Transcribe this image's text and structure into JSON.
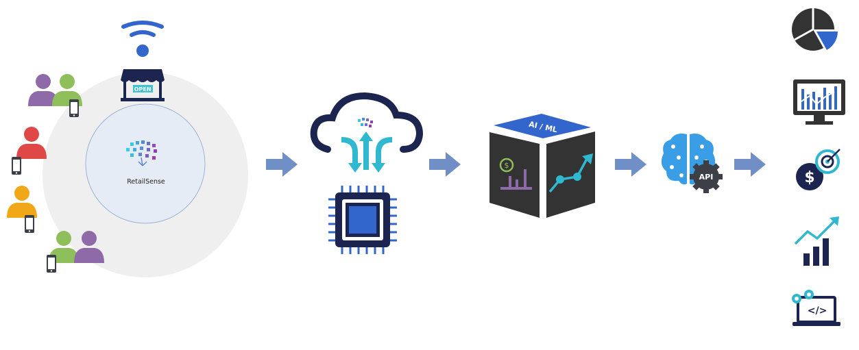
{
  "store": {
    "sign": "OPEN"
  },
  "brand": {
    "name": "RetailSense"
  },
  "model": {
    "label": "AI / ML"
  },
  "api": {
    "label": "API"
  },
  "outputs": {
    "code_label": "</>"
  },
  "colors": {
    "arrow": "#6f8fc6",
    "navy": "#1b2550",
    "blue": "#3366cc",
    "teal": "#2fb8d0",
    "dark": "#333333",
    "purple": "#8f6aa8",
    "green": "#8fbf5a",
    "red": "#e04848",
    "orange": "#f0a818",
    "outer_circle": "#efefef",
    "inner_circle": "#e6ecf6"
  }
}
